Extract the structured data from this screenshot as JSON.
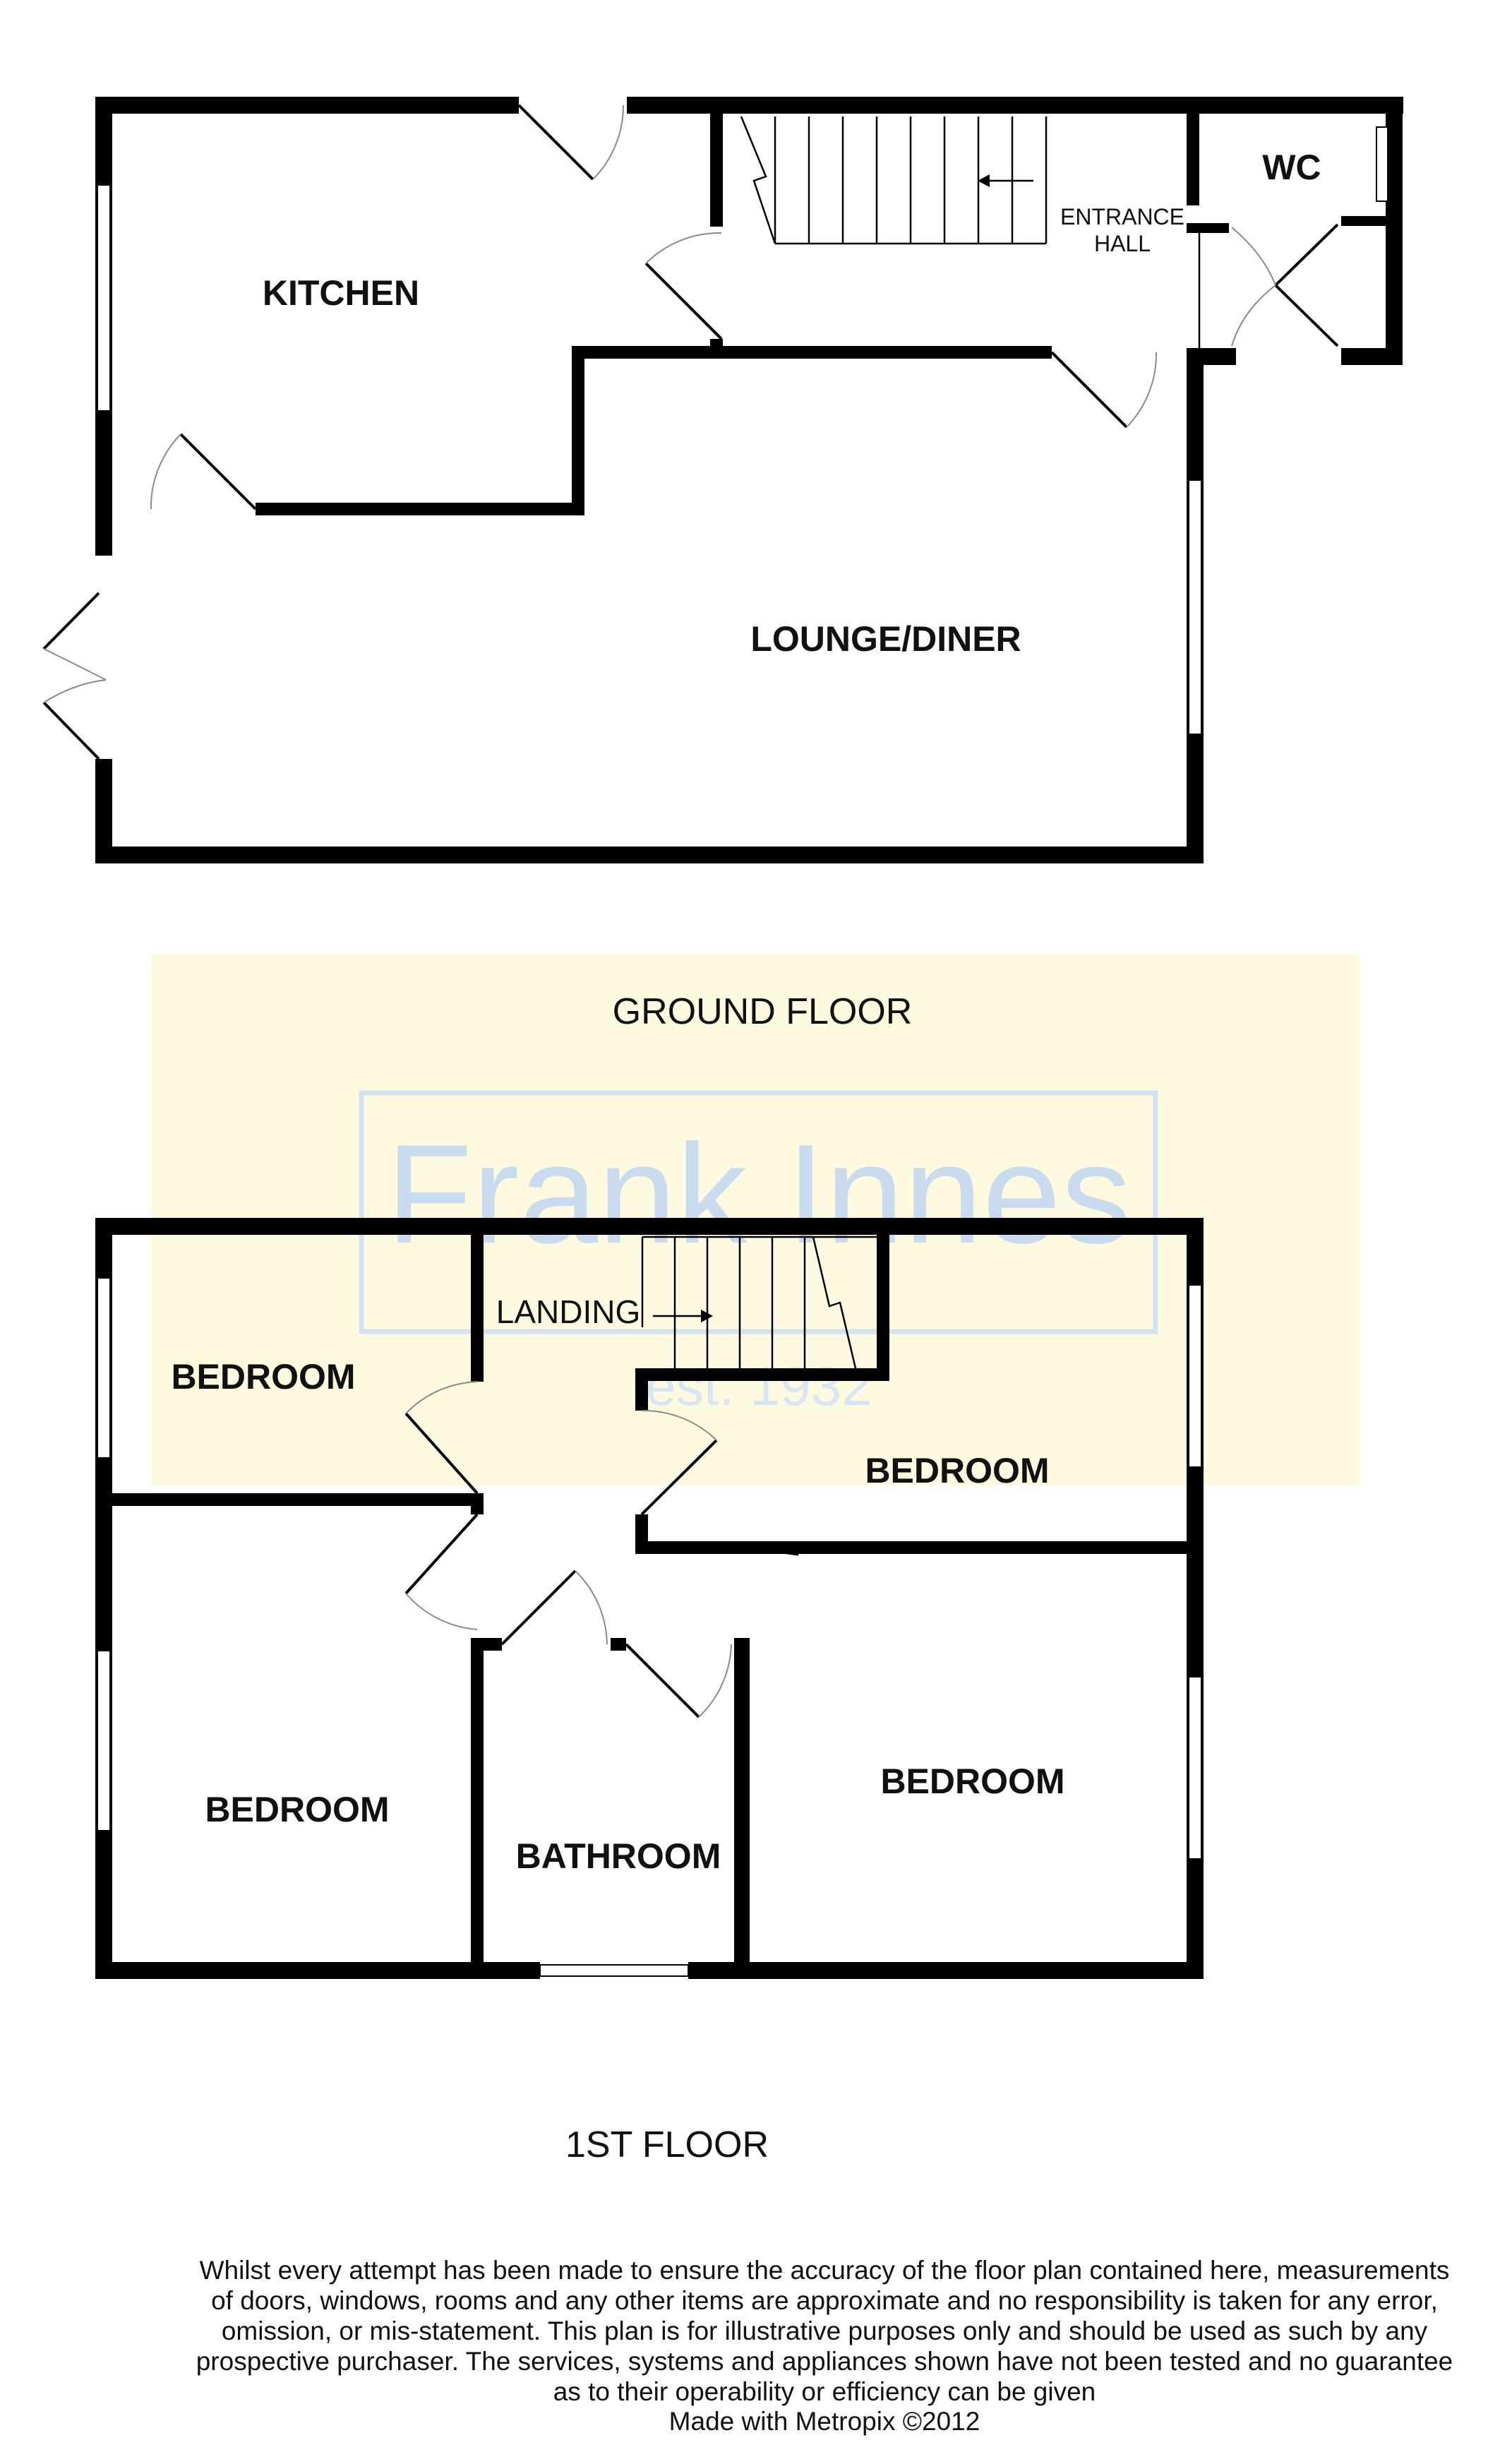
{
  "ground_floor": {
    "label": "GROUND FLOOR",
    "rooms": {
      "kitchen": "KITCHEN",
      "entrance_hall_line1": "ENTRANCE",
      "entrance_hall_line2": "HALL",
      "wc": "WC",
      "lounge_diner": "LOUNGE/DINER"
    }
  },
  "first_floor": {
    "label": "1ST FLOOR",
    "rooms": {
      "landing": "LANDING",
      "bedroom_top_left": "BEDROOM",
      "bedroom_top_right": "BEDROOM",
      "bedroom_bottom_left": "BEDROOM",
      "bathroom": "BATHROOM",
      "bedroom_bottom_right": "BEDROOM"
    }
  },
  "watermark": {
    "name": "Frank Innes",
    "established": "est. 1932"
  },
  "disclaimer": {
    "lines": [
      "Whilst every attempt has been made to ensure the accuracy of the floor plan contained here, measurements",
      "of doors, windows, rooms and any other items are approximate and no responsibility is taken for any error,",
      "omission, or mis-statement. This plan is for illustrative purposes only and should be used as such by any",
      "prospective purchaser. The services, systems and appliances shown have not been tested and no guarantee",
      "as to their operability or efficiency can be given"
    ],
    "credit": "Made with Metropix ©2012"
  },
  "colors": {
    "wall": "#000000",
    "highlight": "#fdfae0",
    "watermark": "#c9dcef"
  }
}
